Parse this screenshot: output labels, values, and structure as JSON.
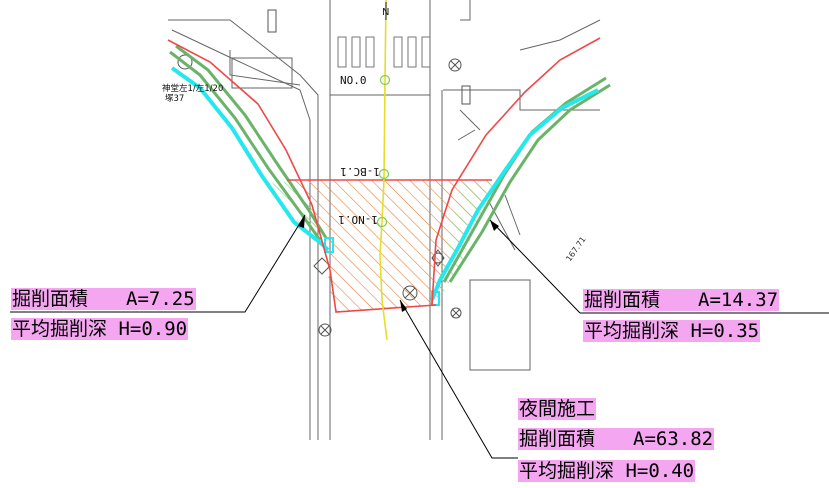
{
  "colors": {
    "highlight": "#f4a6f0",
    "road_cyan": "#25e8ee",
    "boundary_red": "#f04848",
    "green_edge": "#6ab46a",
    "orange_hatch": "#e8823a",
    "green_hatch": "#7ed07e",
    "center_line": "#e6dc2a",
    "linework": "#666666"
  },
  "drawing": {
    "north_mark": "N",
    "station_no0": "NO.0",
    "station_bc1": "1-BC.1",
    "station_no1": "1-NO.1",
    "note_left_line1": "神堂左1/左1/20",
    "note_left_line2": "塚37",
    "note_right": "167.71"
  },
  "callouts": {
    "left": {
      "area": "掘削面積　　A=7.25",
      "depth": "平均掘削深 H=0.90"
    },
    "right": {
      "area": "掘削面積　　A=14.37",
      "depth": "平均掘削深 H=0.35"
    },
    "center": {
      "title": "夜間施工",
      "area": "掘削面積　　A=63.82",
      "depth": "平均掘削深 H=0.40"
    }
  }
}
